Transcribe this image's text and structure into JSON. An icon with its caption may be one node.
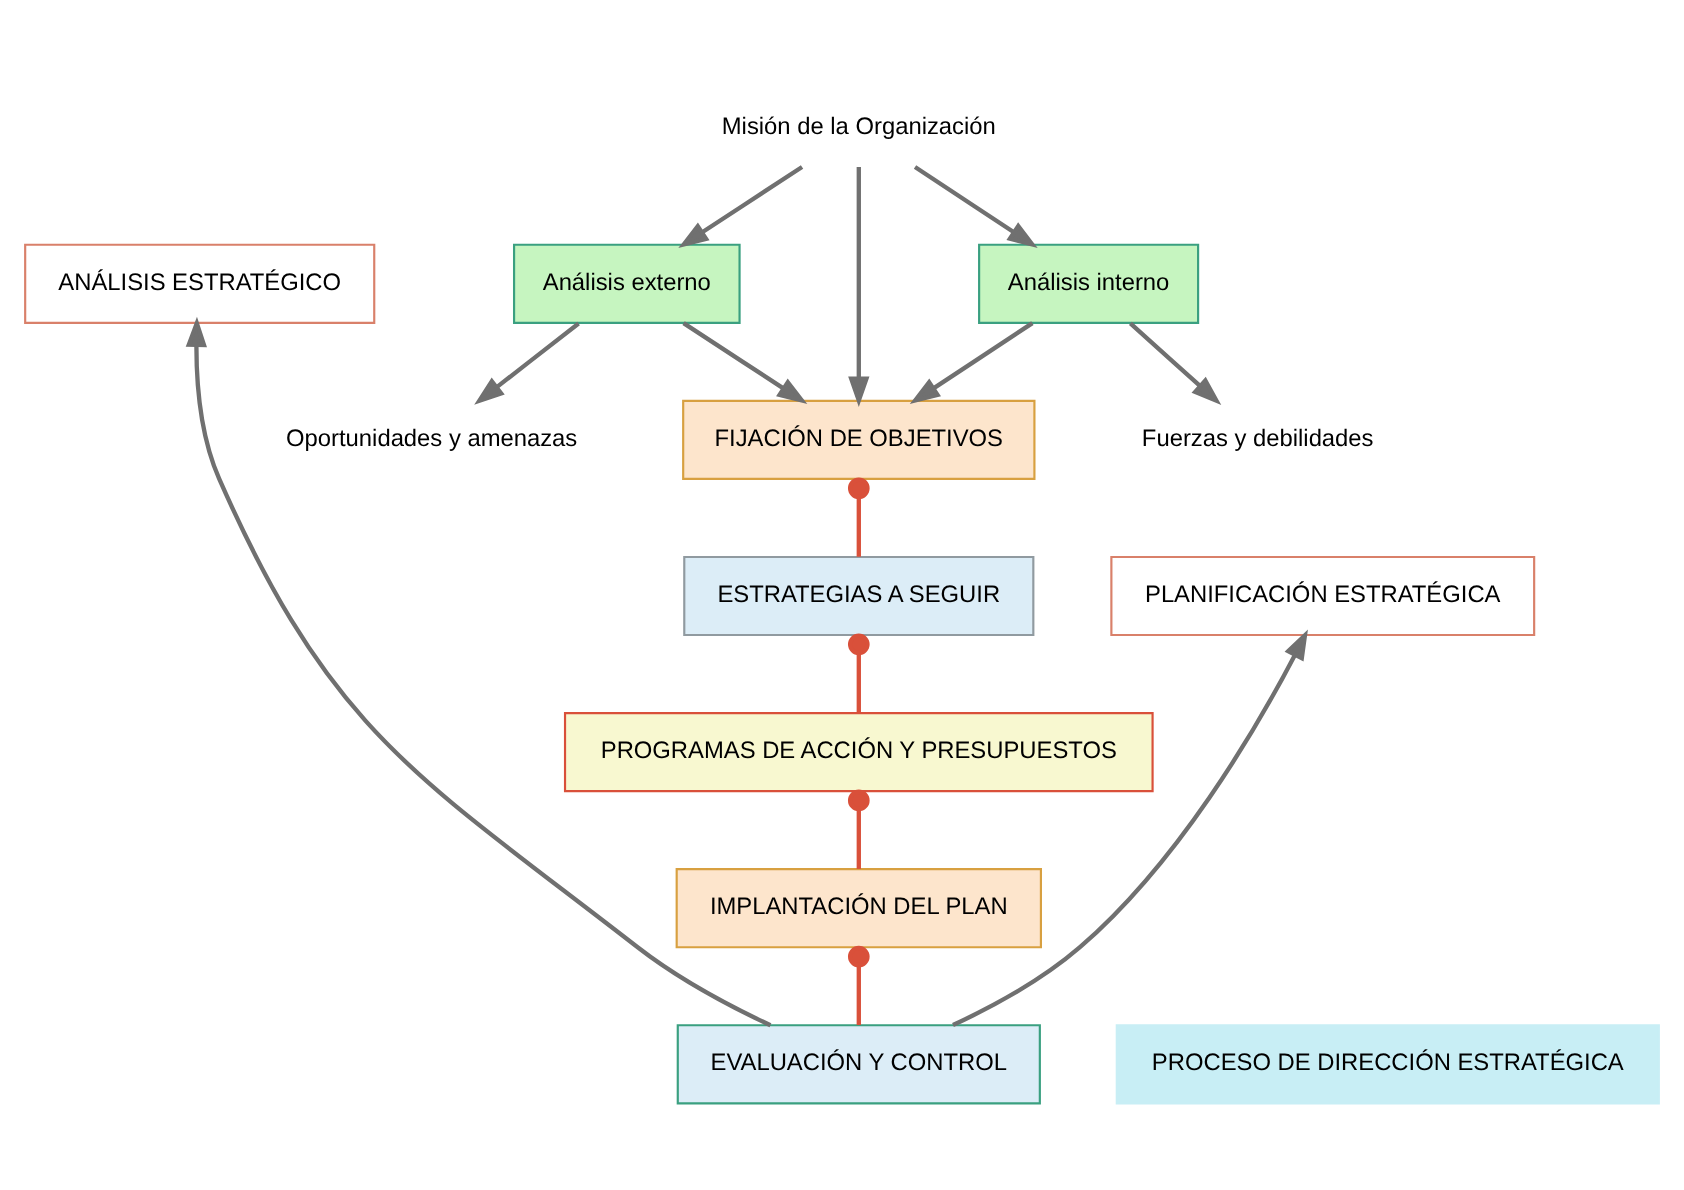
{
  "diagram": {
    "nodes": [
      {
        "text": [
          "ANÁLISIS ESTRATÉGICO"
        ]
      },
      {
        "text": [
          "Misión de la Organización"
        ]
      },
      {
        "text": [
          "Análisis externo"
        ]
      },
      {
        "text": [
          "Análisis interno"
        ]
      },
      {
        "text": [
          "Oportunidades y amenazas"
        ]
      },
      {
        "text": [
          "Fuerzas y debilidades"
        ]
      },
      {
        "text": [
          "PLANIFICACIÓN ESTRATÉGICA"
        ]
      },
      {
        "text": [
          "FIJACIÓN DE OBJETIVOS"
        ]
      },
      {
        "text": [
          "ESTRATEGIAS A SEGUIR"
        ]
      },
      {
        "text": [
          "PROGRAMAS DE ACCIÓN Y PRESUPUESTOS"
        ]
      },
      {
        "text": [
          "IMPLANTACIÓN DEL PLAN"
        ]
      },
      {
        "text": [
          "EVALUACIÓN Y CONTROL"
        ]
      },
      {
        "text": [
          "PROCESO DE DIRECCIÓN ESTRATÉGICA"
        ]
      }
    ],
    "edges": [
      {
        "from": 1,
        "to": 2,
        "arrow": "to"
      },
      {
        "from": 1,
        "to": 3,
        "arrow": "to"
      },
      {
        "from": 2,
        "to": 4,
        "arrow": "to"
      },
      {
        "from": 3,
        "to": 5,
        "arrow": "to"
      },
      {
        "from": 1,
        "to": 7,
        "arrow": "to"
      },
      {
        "from": 2,
        "to": 7,
        "arrow": "to"
      },
      {
        "from": 3,
        "to": 7,
        "arrow": "to"
      },
      {
        "from": 7,
        "to": 8,
        "arrow": "other",
        "color": "#d9503a"
      },
      {
        "from": 8,
        "to": 9,
        "arrow": "other",
        "color": "#d9503a"
      },
      {
        "from": 9,
        "to": 10,
        "arrow": "other",
        "color": "#d9503a"
      },
      {
        "from": 10,
        "to": 11,
        "arrow": "other",
        "color": "#d9503a"
      },
      {
        "from": 11,
        "to": 0,
        "arrow": "to"
      },
      {
        "from": 11,
        "to": 6,
        "arrow": "to"
      }
    ]
  }
}
